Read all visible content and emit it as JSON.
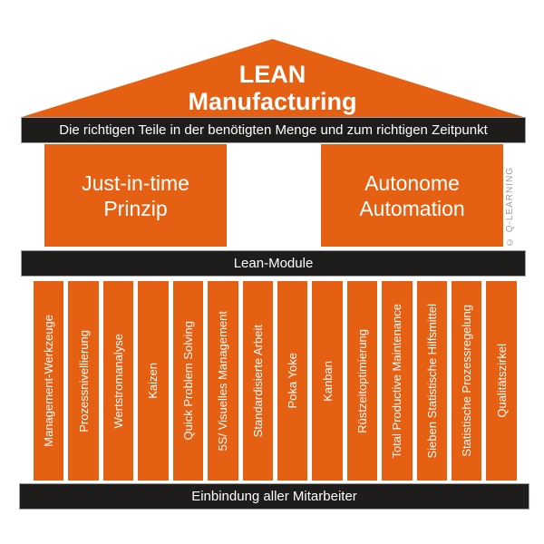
{
  "colors": {
    "orange": "#E66013",
    "dark": "#1F1D1B",
    "copyright_gray": "#9D9D9D"
  },
  "diagram": {
    "title": {
      "line1": "LEAN",
      "line2": "Manufacturing"
    },
    "roof_banner": "Die richtigen Teile in der benötigten Menge und zum richtigen Zeitpunkt",
    "principles": [
      {
        "line1": "Just-in-time",
        "line2": "Prinzip"
      },
      {
        "line1": "Autonome",
        "line2": "Automation"
      }
    ],
    "modules_banner": "Lean-Module",
    "modules": [
      "Management-Werkzeuge",
      "Prozessnivellierung",
      "Wertstromanalyse",
      "Kaizen",
      "Quick Problem Solving",
      "5S/ Visuelles Management",
      "Standardisierte Arbeit",
      "Poka Yoke",
      "Kanban",
      "Rüstzeitoptimierung",
      "Total Productive Maintenance",
      "Sieben Statistische Hilfsmittel",
      "Statistische Prozessregelung",
      "Qualitätszirkel"
    ],
    "base_banner": "Einbindung aller Mitarbeiter",
    "copyright": "© Q-LEARNING"
  }
}
